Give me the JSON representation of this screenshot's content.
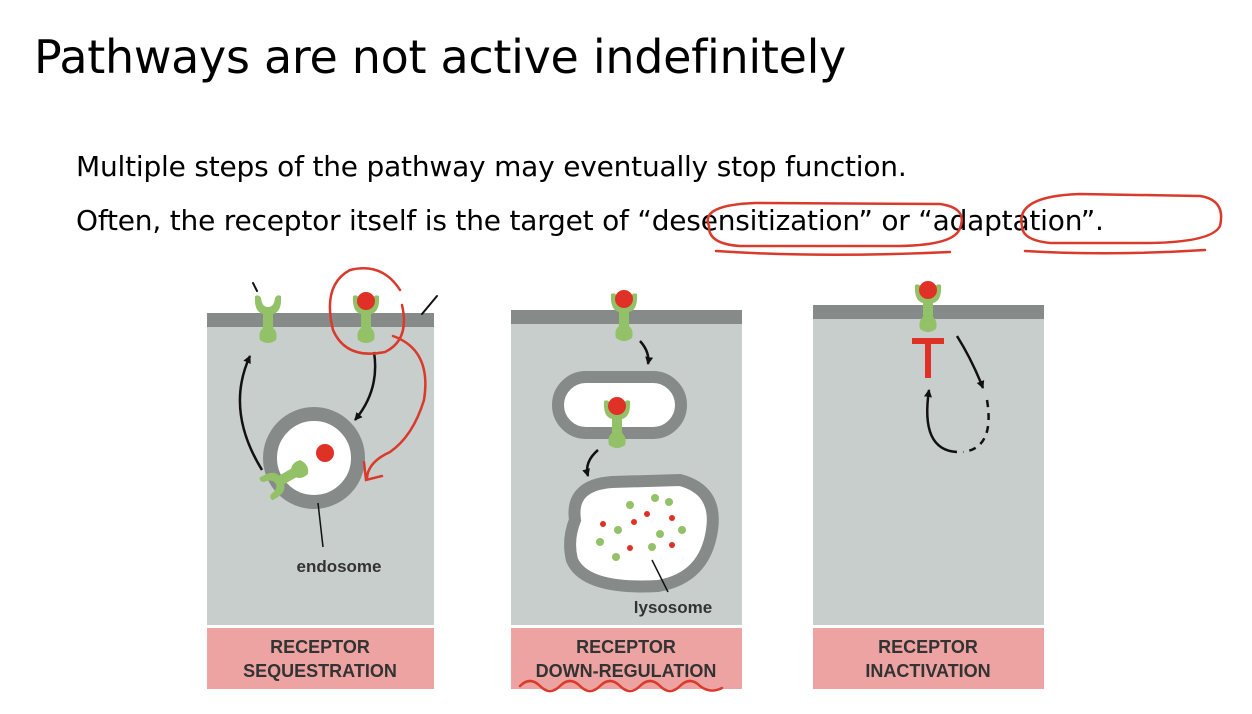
{
  "slide": {
    "title": "Pathways are not active indefinitely",
    "bullets": [
      "Multiple steps of the pathway may eventually stop function.",
      "Often, the receptor itself is the target of “desensitization” or “adaptation”."
    ]
  },
  "panels": [
    {
      "label_line1": "RECEPTOR",
      "label_line2": "SEQUESTRATION",
      "annotation": "endosome"
    },
    {
      "label_line1": "RECEPTOR",
      "label_line2": "DOWN-REGULATION",
      "annotation": "lysosome"
    },
    {
      "label_line1": "RECEPTOR",
      "label_line2": "INACTIVATION"
    }
  ],
  "colors": {
    "cell": "#c8cecb",
    "membrane": "#868b8a",
    "receptor": "#93c167",
    "ligand": "#e03127",
    "label_bg": "#eca3a1",
    "ink": "#d93a2b"
  }
}
